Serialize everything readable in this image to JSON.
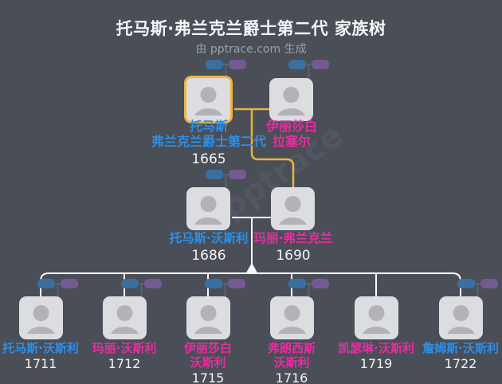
{
  "header": {
    "title": "托马斯·弗兰克兰爵士第二代 家族树",
    "subtitle": "由 pptrace.com 生成"
  },
  "watermark": "pptrace",
  "colors": {
    "background": "#494e57",
    "male_name": "#2e8fe8",
    "female_name": "#e72da0",
    "highlight_border": "#efb43f",
    "marriage_line_highlight": "#ecb23d",
    "family_line": "#f7f8f9",
    "pill_link_line": "#5c626c",
    "card_fill": "#dcdde0",
    "silhouette": "#b1b3b7",
    "pill_male": "#3b6fa0",
    "pill_female": "#745a92",
    "year_text": "#f3f4f6"
  },
  "people": {
    "gen1": [
      {
        "id": "thomas-frankland",
        "lines": [
          "托马斯",
          "弗兰克兰爵士第二代"
        ],
        "year": "1665",
        "gender": "male",
        "highlighted": true
      },
      {
        "id": "elizabeth-russell",
        "lines": [
          "伊丽莎白",
          "拉塞尔"
        ],
        "year": "",
        "gender": "female"
      }
    ],
    "gen2": [
      {
        "id": "thomas-worsley",
        "lines": [
          "托马斯·沃斯利"
        ],
        "year": "1686",
        "gender": "male"
      },
      {
        "id": "mary-frankland",
        "lines": [
          "玛丽·弗兰克兰"
        ],
        "year": "1690",
        "gender": "female"
      }
    ],
    "gen3": [
      {
        "id": "thomas-worsley-1711",
        "lines": [
          "托马斯·沃斯利"
        ],
        "year": "1711",
        "gender": "male"
      },
      {
        "id": "mary-worsley-1712",
        "lines": [
          "玛丽·沃斯利"
        ],
        "year": "1712",
        "gender": "female"
      },
      {
        "id": "elizabeth-worsley-1715",
        "lines": [
          "伊丽莎白",
          "沃斯利"
        ],
        "year": "1715",
        "gender": "female"
      },
      {
        "id": "frances-worsley-1716",
        "lines": [
          "弗朗西斯",
          "沃斯利"
        ],
        "year": "1716",
        "gender": "female"
      },
      {
        "id": "katherine-worsley-1719",
        "lines": [
          "凯瑟琳·沃斯利"
        ],
        "year": "1719",
        "gender": "female"
      },
      {
        "id": "james-worsley-1722",
        "lines": [
          "詹姆斯·沃斯利"
        ],
        "year": "1722",
        "gender": "male"
      }
    ]
  }
}
